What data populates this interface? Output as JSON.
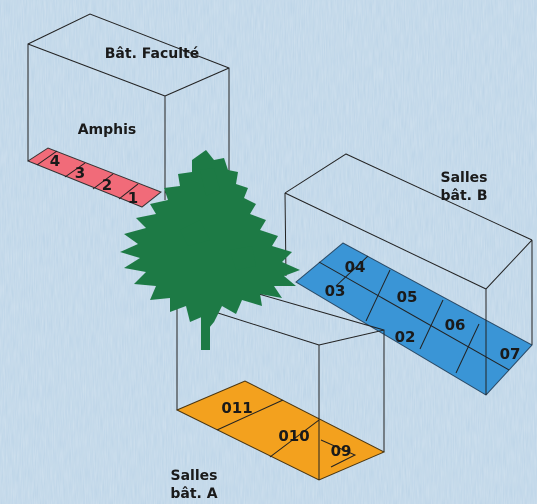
{
  "colors": {
    "background": "#b9d2e6",
    "amphis": "#f16b79",
    "salles_b": "#3a95d6",
    "salles_a": "#f3a11e",
    "tree": "#1d7a45"
  },
  "buildings": {
    "faculte": {
      "title": "Bât. Faculté",
      "zone_label": "Amphis"
    },
    "b": {
      "title_line1": "Salles",
      "title_line2": "bât. B"
    },
    "a": {
      "title_line1": "Salles",
      "title_line2": "bât. A"
    }
  },
  "rooms": {
    "amphis": [
      "4",
      "3",
      "2",
      "1"
    ],
    "salles_b": [
      "04",
      "03",
      "05",
      "02",
      "06",
      "07"
    ],
    "salles_a": [
      "011",
      "010",
      "09"
    ]
  },
  "decor": {
    "tree_icon": "conifer-tree-icon"
  }
}
